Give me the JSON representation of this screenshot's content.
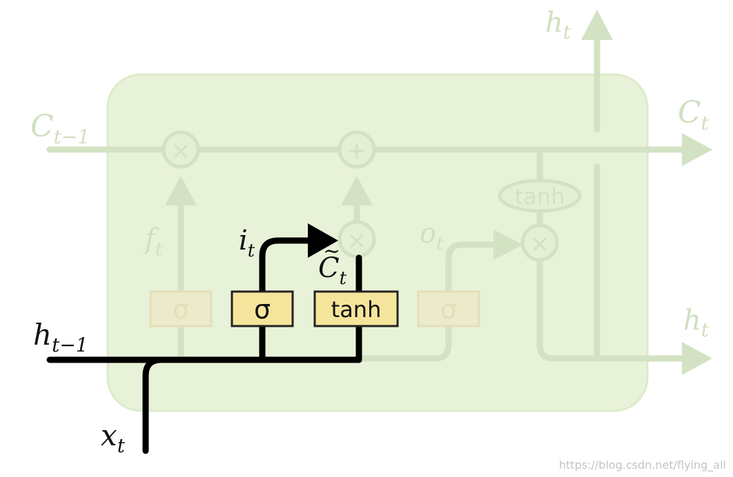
{
  "labels": {
    "c_prev_main": "C",
    "c_prev_sub": "t−1",
    "c_next_main": "C",
    "c_next_sub": "t",
    "h_top_main": "h",
    "h_top_sub": "t",
    "h_right_main": "h",
    "h_right_sub": "t",
    "h_prev_main": "h",
    "h_prev_sub": "t−1",
    "x_main": "x",
    "x_sub": "t",
    "f_main": "f",
    "f_sub": "t",
    "i_main": "i",
    "i_sub": "t",
    "o_main": "o",
    "o_sub": "t",
    "ctilde_main": "C",
    "ctilde_sub": "t",
    "ctilde_mark": "~"
  },
  "operators": {
    "forget_mult": "×",
    "add": "+",
    "input_mult": "×",
    "output_mult": "×",
    "tanh_cell": "tanh"
  },
  "boxes": {
    "forget_sigma": "σ",
    "input_sigma": "σ",
    "candidate_tanh": "tanh",
    "output_sigma": "σ"
  },
  "watermark": "https://blog.csdn.net/flying_all",
  "colors": {
    "cell_background": "#e8f2d8",
    "faint_line": "#d3e2c3",
    "active_line": "#000000",
    "active_box": "#f5e59c",
    "dim_box": "#eceaca"
  }
}
